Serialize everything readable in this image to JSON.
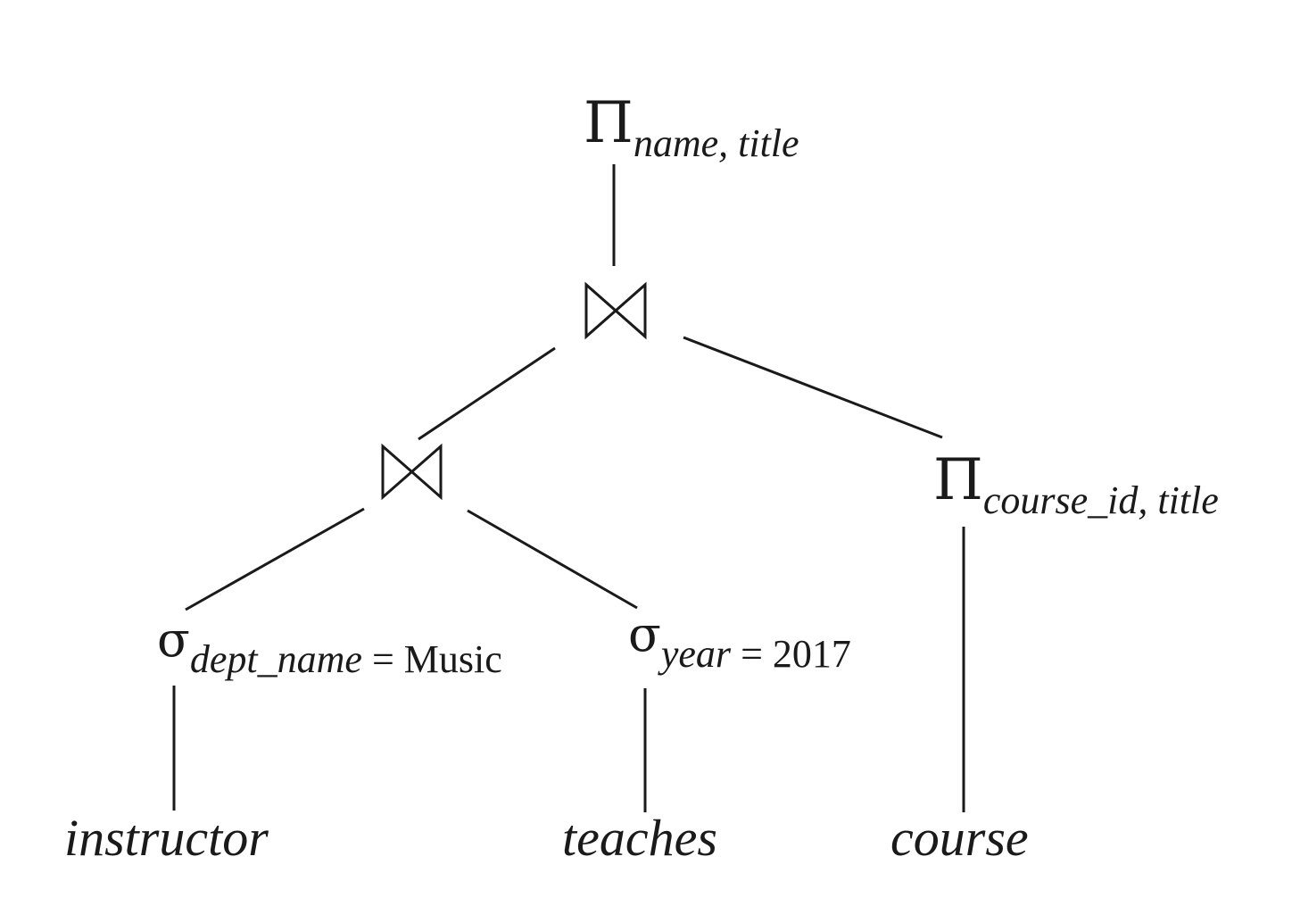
{
  "tree": {
    "root_projection": {
      "symbol": "Π",
      "attributes": "name, title"
    },
    "top_join": {
      "symbol": "⋈"
    },
    "left_join": {
      "symbol": "⋈"
    },
    "right_projection": {
      "symbol": "Π",
      "attributes": "course_id, title"
    },
    "select_dept": {
      "symbol": "σ",
      "attribute": "dept_name",
      "operator": " = ",
      "value": "Music"
    },
    "select_year": {
      "symbol": "σ",
      "attribute": "year",
      "operator": " = ",
      "value": "2017"
    },
    "leaves": {
      "instructor": "instructor",
      "teaches": "teaches",
      "course": "course"
    }
  }
}
